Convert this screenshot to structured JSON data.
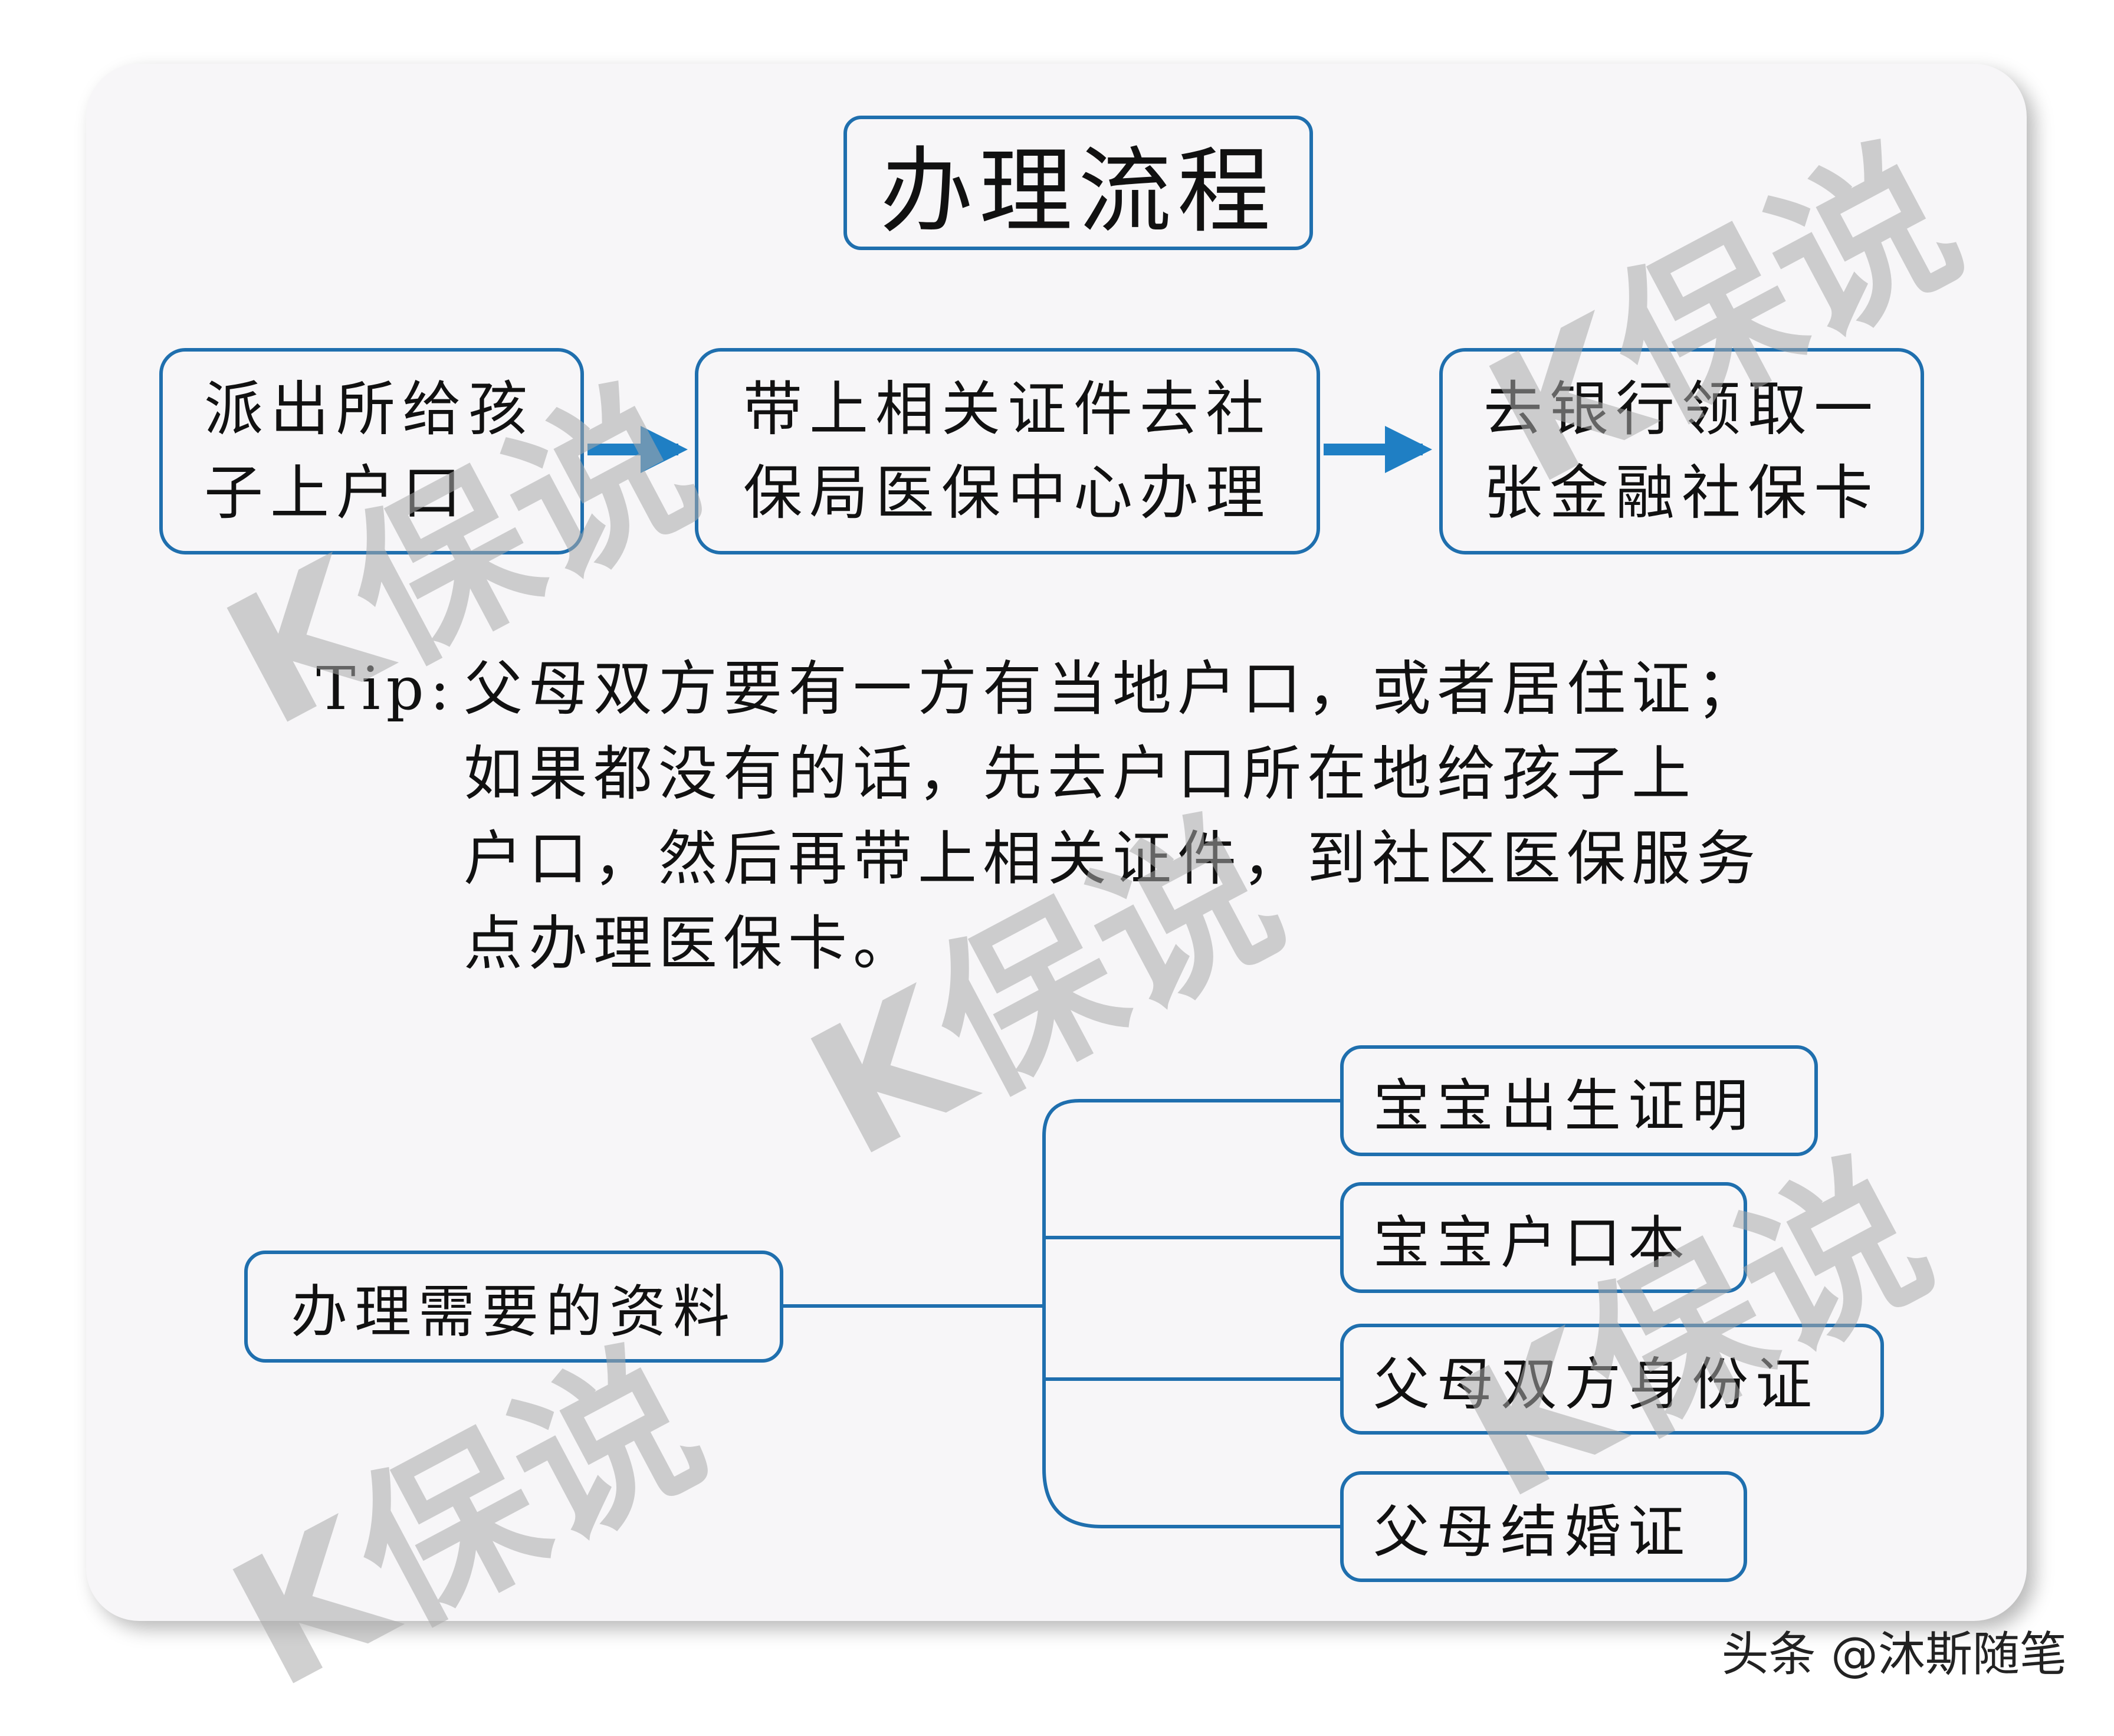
{
  "title": "办理流程",
  "steps": [
    {
      "lines": [
        "派出所给孩",
        "子上户口"
      ]
    },
    {
      "lines": [
        "带上相关证件去社",
        "保局医保中心办理"
      ]
    },
    {
      "lines": [
        "去银行领取一",
        "张金融社保卡"
      ]
    }
  ],
  "tip": {
    "label": "Tip:",
    "lines": [
      "父母双方要有一方有当地户口，或者居住证；",
      "如果都没有的话，先去户口所在地给孩子上",
      "户口，然后再带上相关证件，到社区医保服务",
      "点办理医保卡。"
    ]
  },
  "materials": {
    "root": "办理需要的资料",
    "items": [
      "宝宝出生证明",
      "宝宝户口本",
      "父母双方身份证",
      "父母结婚证"
    ]
  },
  "watermark": "K保说",
  "footer": "头条 @沐斯随笔",
  "colors": {
    "border": "#1f6fae",
    "arrow": "#1f7fc4",
    "card": "#f7f6f8"
  }
}
